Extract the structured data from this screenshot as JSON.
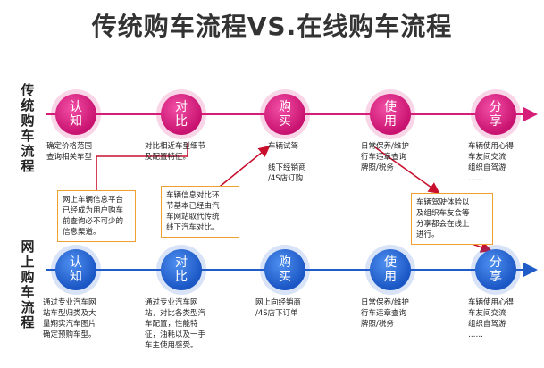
{
  "title": "传统购车流程VS.在线购车流程",
  "rows": [
    {
      "label": "传统购车流程",
      "nodes": [
        "认知",
        "对比",
        "购买",
        "使用",
        "分享"
      ],
      "descs": [
        "确定价格范围\n查询相关车型",
        "对比相近车型细节\n及配置特征。",
        "车辆试驾\n\n线下经销商\n/4S店订购",
        "日常保养/维护\n行车违章查询\n牌照/税务",
        "车辆使用心得\n车友间交流\n组织自驾游\n……"
      ]
    },
    {
      "label": "网上购车流程",
      "nodes": [
        "认知",
        "对比",
        "购买",
        "使用",
        "分享"
      ],
      "descs": [
        "通过专业汽车网\n站车型归类及大\n量翔实汽车图片\n确定预购车型。",
        "通过专业汽车网\n站，对比各类型汽\n车配置，性能特\n征，油耗以及一手\n车主使用感受。",
        "网上向经销商\n/4S店下订单",
        "日常保养/维护\n行车违章查询\n牌照/税务",
        "车辆使用心得\n车友间交流\n组织自驾游\n……"
      ]
    }
  ],
  "callouts": [
    "网上车辆信息平台\n已经成为用户购车\n前查询必不可少的\n信息渠道。",
    "车辆信息对比环\n节基本已经由汽\n车网站取代传统\n线下汽车对比。",
    "车辆驾驶体验以\n及组织车友会等\n分享都会在线上\n进行。"
  ],
  "colors": {
    "row1": "#d61e78",
    "row2": "#1f5cc8",
    "callout_border": "#f0a030",
    "arrow": "#c8102e"
  }
}
